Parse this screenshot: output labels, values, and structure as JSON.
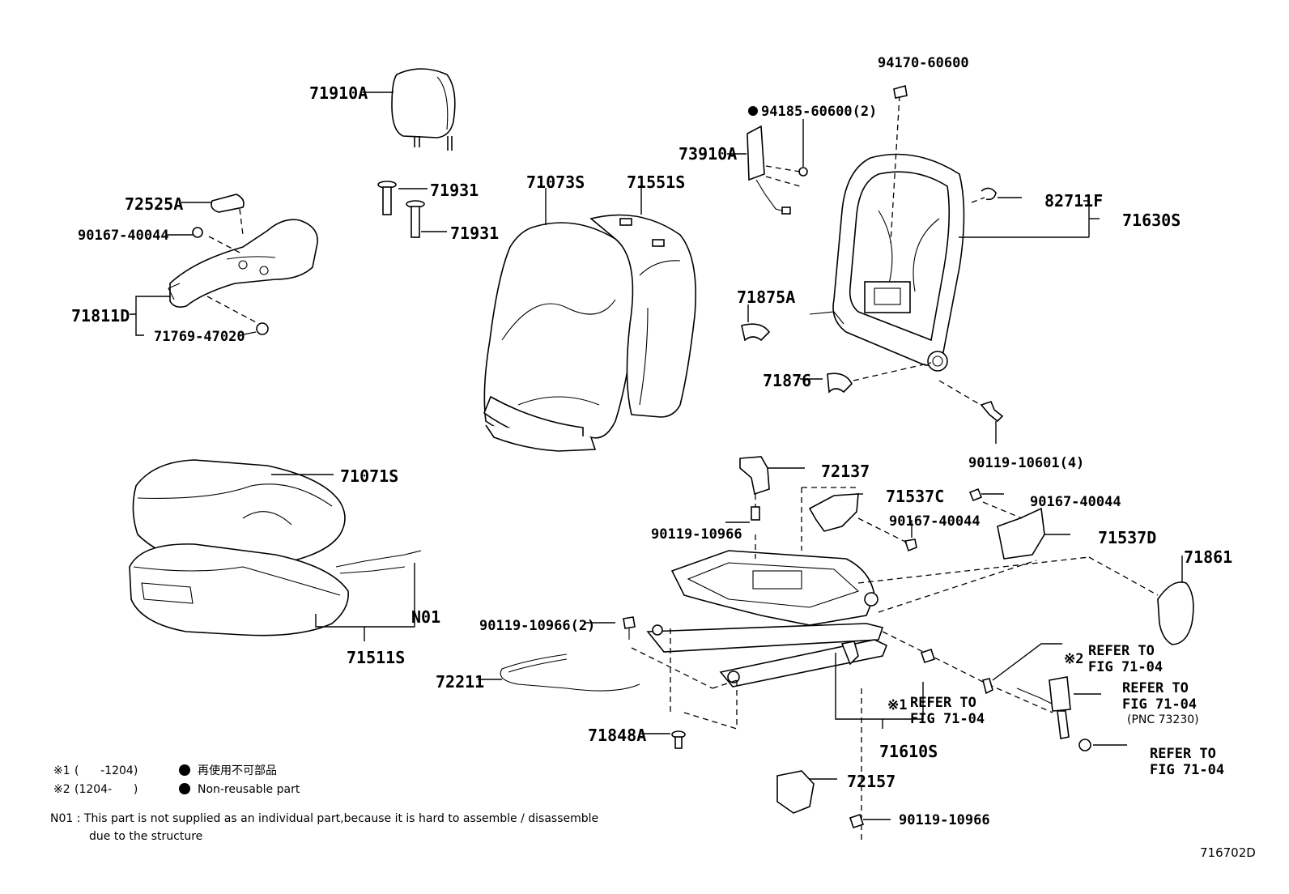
{
  "labels": {
    "p94170": "94170-60600",
    "p94185": "94185-60600(2)",
    "p73910a": "73910A",
    "p71910a": "71910A",
    "p71931a": "71931",
    "p71931b": "71931",
    "p72525a": "72525A",
    "p90167a": "90167-40044",
    "p71811d": "71811D",
    "p71769": "71769-47020",
    "p71073s": "71073S",
    "p71551s": "71551S",
    "p82711f": "82711F",
    "p71630s": "71630S",
    "p71875a": "71875A",
    "p71876": "71876",
    "p90119a": "90119-10601(4)",
    "p71071s": "71071S",
    "pN01": "N01",
    "p71511s": "71511S",
    "p72137": "72137",
    "p71537c": "71537C",
    "p90167b": "90167-40044",
    "p90167c": "90167-40044",
    "p90119b": "90119-10966",
    "p71537d": "71537D",
    "p71861": "71861",
    "p90119c": "90119-10966(2)",
    "p72211": "72211",
    "p71848a": "71848A",
    "p71610s": "71610S",
    "p72157": "72157",
    "p90119d": "90119-10966"
  },
  "refs": {
    "ref1_mark": "※1",
    "ref1_line1": "REFER TO",
    "ref1_line2": "FIG 71-04",
    "ref2_mark": "※2",
    "ref2_line1": "REFER TO",
    "ref2_line2": "FIG 71-04",
    "ref3_line1": "REFER TO",
    "ref3_line2": "FIG 71-04",
    "ref3_line3": "(PNC 73230)",
    "ref4_line1": "REFER TO",
    "ref4_line2": "FIG 71-04"
  },
  "legend": {
    "row1_mark": "※1",
    "row1_range": "(      -1204)",
    "row1_bullet": "●",
    "row1_text": "再使用不可部品",
    "row2_mark": "※2",
    "row2_range": "(1204-      )",
    "row2_bullet": "●",
    "row2_text": "Non-reusable part"
  },
  "footnote": {
    "line1": "N01 : This part is not supplied as an individual part,because it is hard to assemble / disassemble",
    "line2": "due to the structure"
  },
  "diagram_id": "716702D"
}
